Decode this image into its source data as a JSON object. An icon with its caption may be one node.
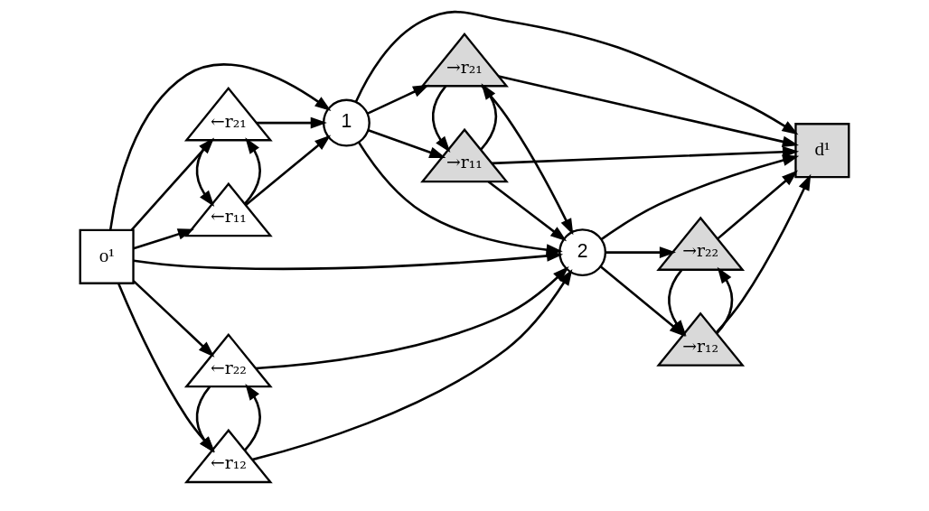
{
  "diagram": {
    "nodes": [
      {
        "text": [
          "o¹"
        ]
      },
      {
        "text": [
          "←r₁₁"
        ]
      },
      {
        "text": [
          "←r₂₁"
        ]
      },
      {
        "text": [
          "1"
        ]
      },
      {
        "text": [
          "→r₁₁"
        ]
      },
      {
        "text": [
          "→r₂₁"
        ]
      },
      {
        "text": [
          "2"
        ]
      },
      {
        "text": [
          "→r₁₂"
        ]
      },
      {
        "text": [
          "→r₂₂"
        ]
      },
      {
        "text": [
          "←r₁₂"
        ]
      },
      {
        "text": [
          "←r₂₂"
        ]
      },
      {
        "text": [
          "d¹"
        ]
      }
    ],
    "edges": [
      {
        "from": 0,
        "to": 1,
        "arrow": "to"
      },
      {
        "from": 0,
        "to": 2,
        "arrow": "to"
      },
      {
        "from": 0,
        "to": 3,
        "arrow": "to"
      },
      {
        "from": 0,
        "to": 6,
        "arrow": "to"
      },
      {
        "from": 0,
        "to": 9,
        "arrow": "to"
      },
      {
        "from": 0,
        "to": 10,
        "arrow": "to"
      },
      {
        "from": 1,
        "to": 3,
        "arrow": "to"
      },
      {
        "from": 2,
        "to": 3,
        "arrow": "to"
      },
      {
        "from": 1,
        "to": 2,
        "arrow": "to"
      },
      {
        "from": 2,
        "to": 1,
        "arrow": "to"
      },
      {
        "from": 3,
        "to": 4,
        "arrow": "to"
      },
      {
        "from": 3,
        "to": 5,
        "arrow": "to"
      },
      {
        "from": 3,
        "to": 11,
        "arrow": "to"
      },
      {
        "from": 3,
        "to": 6,
        "arrow": "to"
      },
      {
        "from": 4,
        "to": 5,
        "arrow": "to"
      },
      {
        "from": 5,
        "to": 4,
        "arrow": "to"
      },
      {
        "from": 4,
        "to": 6,
        "arrow": "to"
      },
      {
        "from": 4,
        "to": 11,
        "arrow": "to"
      },
      {
        "from": 5,
        "to": 11,
        "arrow": "to"
      },
      {
        "from": 5,
        "to": 6,
        "arrow": "to"
      },
      {
        "from": 6,
        "to": 7,
        "arrow": "to"
      },
      {
        "from": 6,
        "to": 8,
        "arrow": "to"
      },
      {
        "from": 6,
        "to": 11,
        "arrow": "to"
      },
      {
        "from": 7,
        "to": 8,
        "arrow": "to"
      },
      {
        "from": 8,
        "to": 7,
        "arrow": "to"
      },
      {
        "from": 7,
        "to": 11,
        "arrow": "to"
      },
      {
        "from": 8,
        "to": 11,
        "arrow": "to"
      },
      {
        "from": 9,
        "to": 6,
        "arrow": "to"
      },
      {
        "from": 10,
        "to": 6,
        "arrow": "to"
      },
      {
        "from": 9,
        "to": 10,
        "arrow": "to"
      },
      {
        "from": 10,
        "to": 9,
        "arrow": "to"
      }
    ]
  }
}
